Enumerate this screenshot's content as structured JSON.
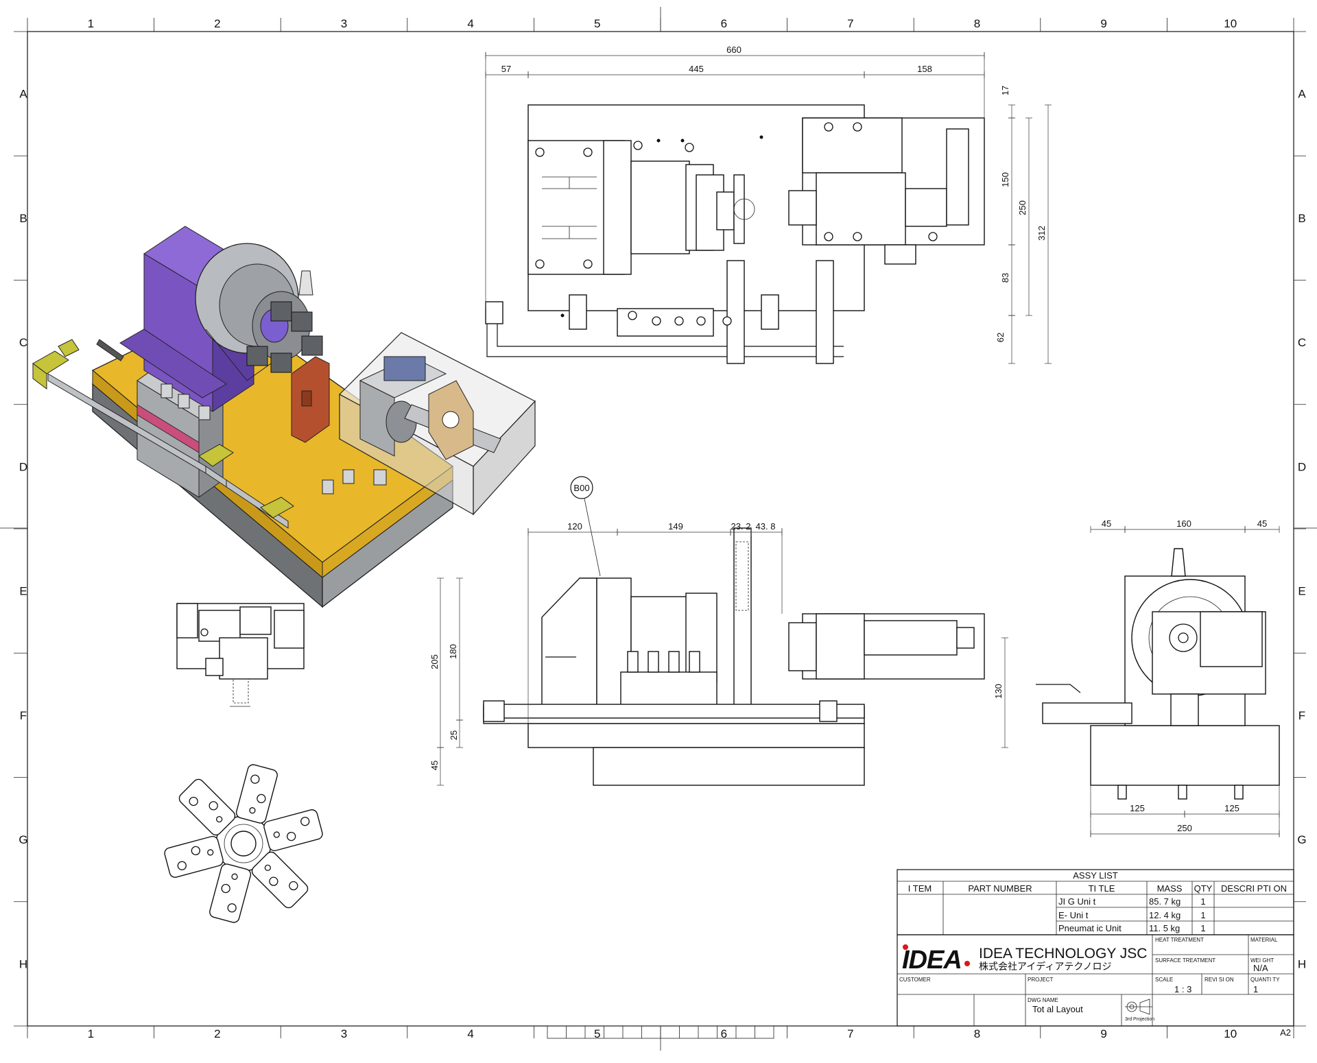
{
  "zones": {
    "columns": [
      "1",
      "2",
      "3",
      "4",
      "5",
      "6",
      "7",
      "8",
      "9",
      "10"
    ],
    "rows": [
      "A",
      "B",
      "C",
      "D",
      "E",
      "F",
      "G",
      "H"
    ]
  },
  "sheet_size": "A2",
  "balloon": "B00",
  "dimensions": {
    "top_overall": "660",
    "top_left": "57",
    "top_mid": "445",
    "top_right": "158",
    "top_v1": "17",
    "top_v2": "150",
    "top_v3": "83",
    "top_v4": "62",
    "top_v5": "250",
    "top_v6": "312",
    "front_a": "120",
    "front_b": "149",
    "front_c": "23. 2",
    "front_d": "43. 8",
    "front_h1": "205",
    "front_h2": "180",
    "front_h3": "25",
    "front_h4": "45",
    "side_w1": "45",
    "side_w2": "160",
    "side_w3": "45",
    "side_h": "130",
    "side_b1": "125",
    "side_b2": "125",
    "side_total": "250"
  },
  "assy_list": {
    "title": "ASSY LIST",
    "headers": [
      "I TEM",
      "PART NUMBER",
      "TI TLE",
      "MASS",
      "QTY",
      "DESCRI PTI ON"
    ],
    "rows": [
      {
        "item": "",
        "part_number": "",
        "title": "JI G Uni t",
        "mass": "85. 7 kg",
        "qty": "1",
        "description": ""
      },
      {
        "item": "",
        "part_number": "",
        "title": "E- Uni t",
        "mass": "12. 4 kg",
        "qty": "1",
        "description": ""
      },
      {
        "item": "",
        "part_number": "",
        "title": "Pneumat ic  Unit",
        "mass": "11. 5 kg",
        "qty": "1",
        "description": ""
      }
    ]
  },
  "title_block": {
    "logo": "IDEA",
    "company": "IDEA TECHNOLOGY JSC",
    "company_jp": "株式会社アイディアテクノロジ",
    "heat_treatment_label": "HEAT TREATMENT",
    "material_label": "MATERIAL",
    "surface_treatment_label": "SURFACE TREATMENT",
    "weight_label": "WEI GHT",
    "weight_value": "N/A",
    "customer_label": "CUSTOMER",
    "project_label": "PROJECT",
    "scale_label": "SCALE",
    "scale_value": "1  :  3",
    "revision_label": "REVI SI ON",
    "quantity_label": "QUANTI TY",
    "quantity_value": "1",
    "dwg_name_label": "DWG NAME",
    "dwg_name_value": "Tot al   Layout",
    "projection_label": "3rd Projection"
  },
  "colors": {
    "line": "#111111",
    "base_plate": "#e8b72a",
    "rotary_block": "#7a55c2",
    "bracket": "#b5502e",
    "steel": "#b9bcc0",
    "logo_red": "#d81818"
  }
}
